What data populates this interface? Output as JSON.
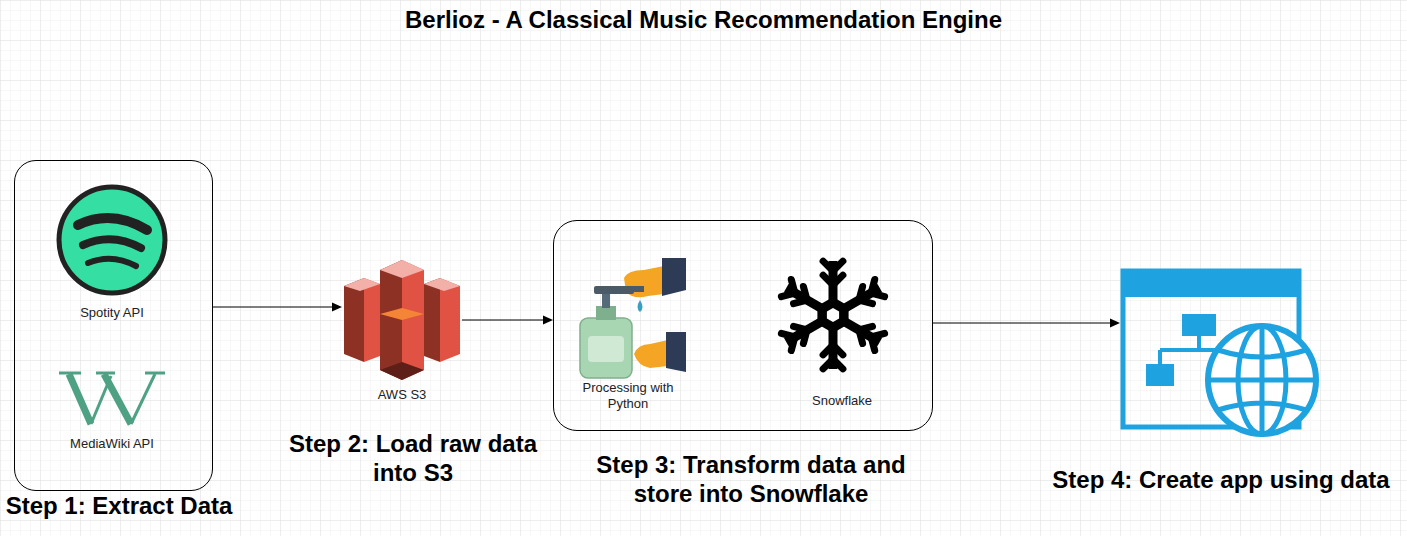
{
  "diagram": {
    "title": "Berlioz - A Classical Music Recommendation Engine",
    "nodes": [
      {
        "text": [
          "Step 1: Extract Data"
        ]
      },
      {
        "text": [
          "Spotity API"
        ],
        "in": 0
      },
      {
        "text": [
          "MediaWiki API"
        ],
        "in": 0
      },
      {
        "text": [
          "AWS S3",
          "Step 2: Load raw data into S3"
        ]
      },
      {
        "text": [
          "Step 3: Transform data and store into Snowflake"
        ]
      },
      {
        "text": [
          "Processing with Python"
        ],
        "in": 4
      },
      {
        "text": [
          "Snowflake"
        ],
        "in": 4
      },
      {
        "text": [
          "Step 4: Create app using data"
        ]
      }
    ],
    "edges": [
      {
        "from": 0,
        "to": 3,
        "arrow": "to"
      },
      {
        "from": 3,
        "to": 4,
        "arrow": "to"
      },
      {
        "from": 4,
        "to": 7,
        "arrow": "to"
      }
    ]
  }
}
